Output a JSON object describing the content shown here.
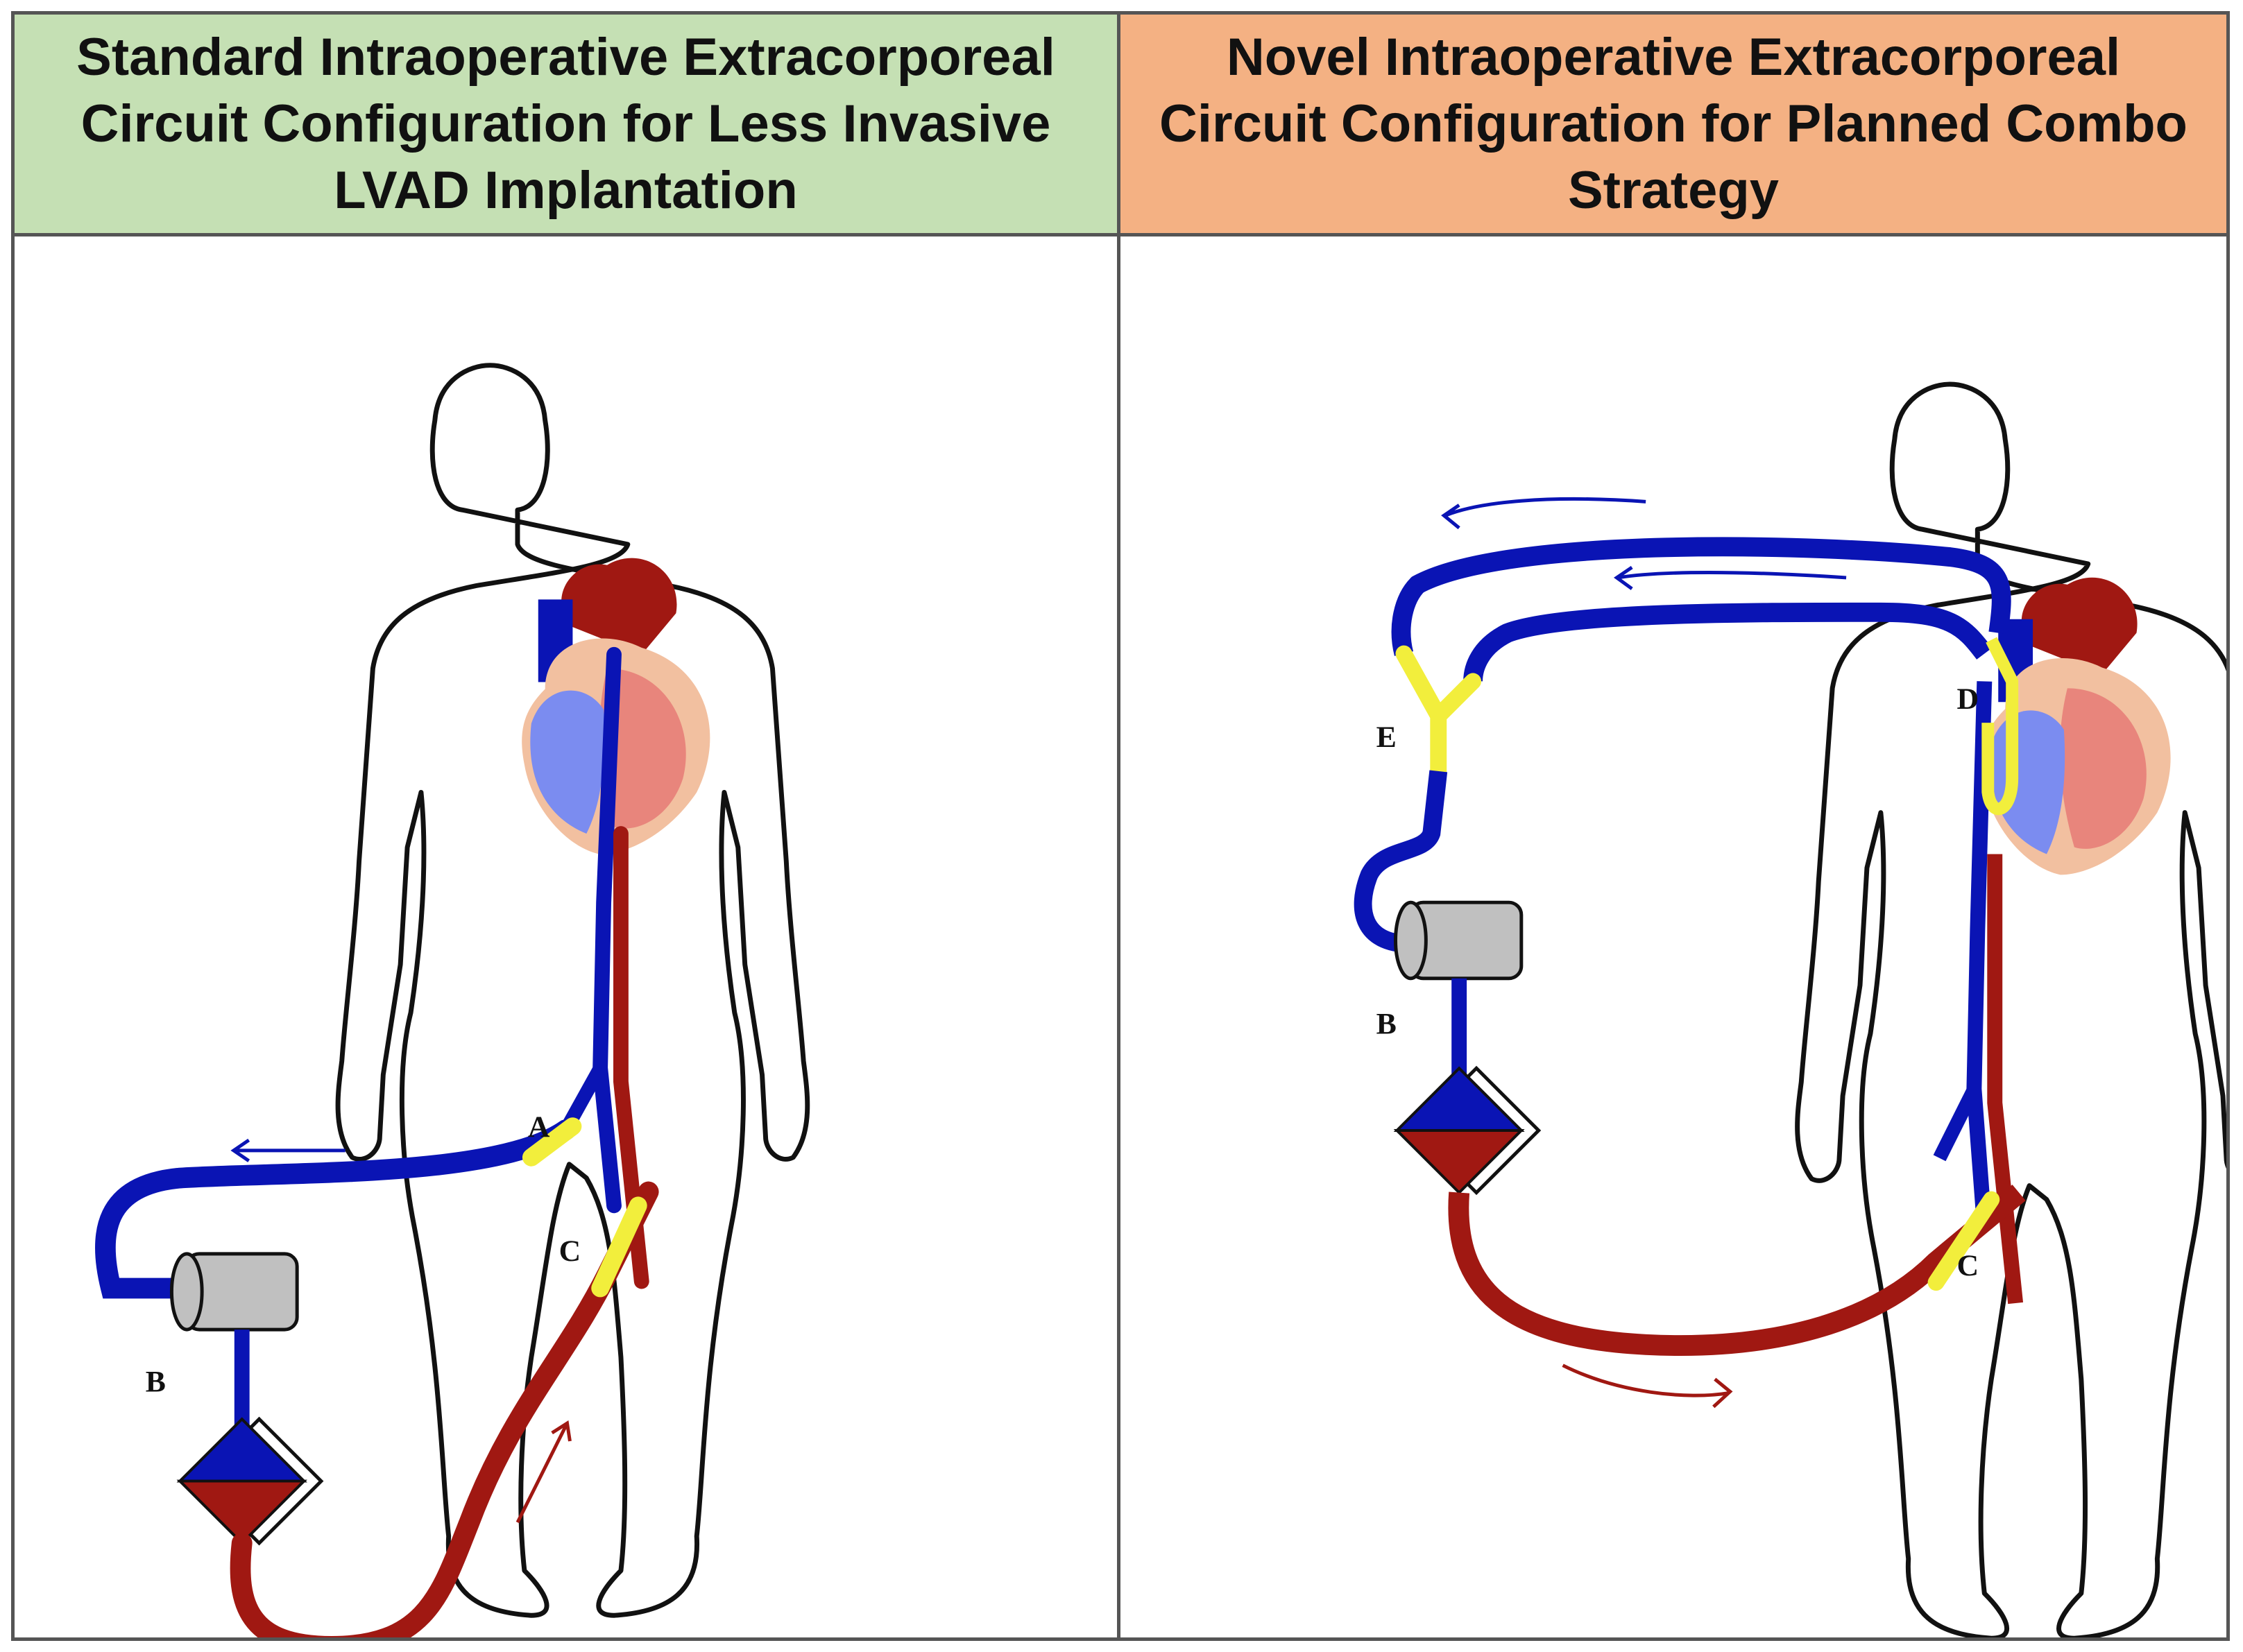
{
  "panels": [
    {
      "title": "Standard Intraoperative Extracorporeal Circuit Configuration for Less Invasive LVAD Implantation",
      "header_color": "#c5e0b4",
      "labels": {
        "a": "A",
        "b": "B",
        "c": "C"
      }
    },
    {
      "title": "Novel Intraoperative Extracorporeal Circuit Configuration for Planned Combo Strategy",
      "header_color": "#f4b183",
      "labels": {
        "b": "B",
        "c": "C",
        "d": "D",
        "e": "E"
      }
    }
  ],
  "colors": {
    "venous": "#0a14b4",
    "arterial": "#a01812",
    "cannula": "#f2ee3c",
    "pump": "#c0c0c0",
    "heart_left": "#e8857c",
    "heart_right": "#7b8cf0",
    "heart_outer": "#f2c0a0"
  }
}
